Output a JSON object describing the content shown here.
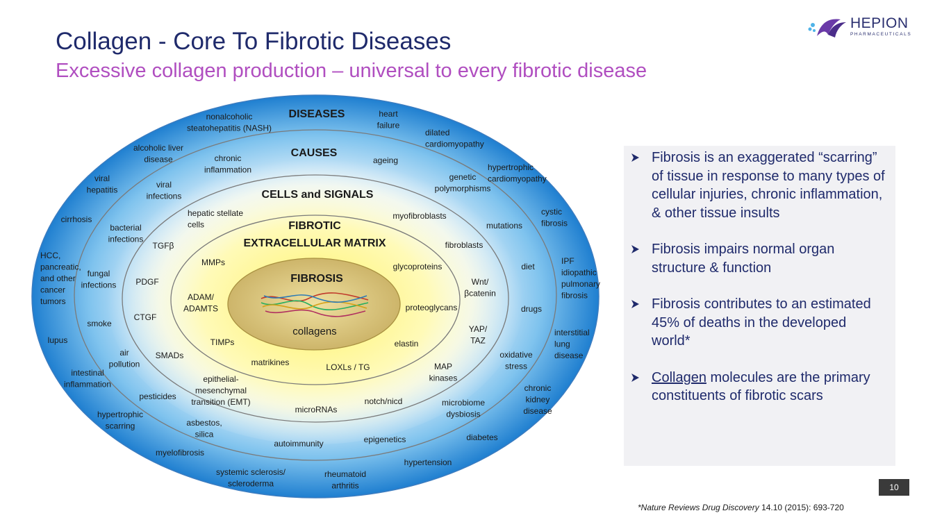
{
  "header": {
    "title": "Collagen - Core To Fibrotic Diseases",
    "subtitle": "Excessive collagen production – universal to every fibrotic disease"
  },
  "logo": {
    "name": "HEPION",
    "sub": "PHARMACEUTICALS",
    "icon": "hepion-logo-icon"
  },
  "diagram": {
    "ring_headings": {
      "diseases": "DISEASES",
      "causes": "CAUSES",
      "cells_signals": "CELLS and SIGNALS",
      "ecm_line1": "FIBROTIC",
      "ecm_line2": "EXTRACELLULAR MATRIX",
      "fibrosis": "FIBROSIS",
      "collagens": "collagens"
    },
    "diseases": [
      [
        "nonalcoholic",
        "steatohepatitis  (NASH)"
      ],
      [
        "heart",
        "failure"
      ],
      [
        "dilated",
        "cardiomyopathy"
      ],
      [
        "hypertrophic",
        "cardiomyopathy"
      ],
      [
        "cystic",
        "fibrosis"
      ],
      [
        "IPF",
        "idiopathic",
        "pulmonary",
        "fibrosis"
      ],
      [
        "interstitial",
        "lung",
        "disease"
      ],
      [
        "chronic",
        "kidney",
        "disease"
      ],
      [
        "diabetes"
      ],
      [
        "hypertension"
      ],
      [
        "rheumatoid",
        "arthritis"
      ],
      [
        "systemic sclerosis/",
        "scleroderma"
      ],
      [
        "myelofibrosis"
      ],
      [
        "hypertrophic",
        "scarring"
      ],
      [
        "intestinal",
        "inflammation"
      ],
      [
        "lupus"
      ],
      [
        "HCC,",
        "pancreatic,",
        "and other",
        "cancer",
        "tumors"
      ],
      [
        "cirrhosis"
      ],
      [
        "viral",
        "hepatitis"
      ],
      [
        "alcoholic liver",
        "disease"
      ]
    ],
    "causes": [
      [
        "chronic",
        "inflammation"
      ],
      [
        "ageing"
      ],
      [
        "genetic",
        "polymorphisms"
      ],
      [
        "mutations"
      ],
      [
        "diet"
      ],
      [
        "drugs"
      ],
      [
        "oxidative",
        "stress"
      ],
      [
        "microbiome",
        "dysbiosis"
      ],
      [
        "epigenetics"
      ],
      [
        "autoimmunity"
      ],
      [
        "asbestos,",
        "silica"
      ],
      [
        "pesticides"
      ],
      [
        "air",
        "pollution"
      ],
      [
        "smoke"
      ],
      [
        "fungal",
        "infections"
      ],
      [
        "bacterial",
        "infections"
      ],
      [
        "viral",
        "infections"
      ]
    ],
    "cells_signals": [
      [
        "hepatic  stellate",
        "cells"
      ],
      [
        "myofibroblasts"
      ],
      [
        "fibroblasts"
      ],
      [
        "Wnt/",
        "βcatenin"
      ],
      [
        "YAP/",
        "TAZ"
      ],
      [
        "MAP",
        "kinases"
      ],
      [
        "notch/nicd"
      ],
      [
        "microRNAs"
      ],
      [
        "epithelial-",
        "mesenchymal",
        "transition  (EMT)"
      ],
      [
        "SMADs"
      ],
      [
        "CTGF"
      ],
      [
        "PDGF"
      ],
      [
        "TGFβ"
      ]
    ],
    "ecm": [
      [
        "MMPs"
      ],
      [
        "glycoproteins"
      ],
      [
        "proteoglycans"
      ],
      [
        "elastin"
      ],
      [
        "LOXLs / TG"
      ],
      [
        "matrikines"
      ],
      [
        "TIMPs"
      ],
      [
        "ADAM/",
        "ADAMTS"
      ]
    ]
  },
  "bullets": [
    {
      "pre": "",
      "ul": "",
      "text": "Fibrosis is an exaggerated “scarring” of tissue in response to many types of cellular injuries, chronic inflammation, & other tissue insults"
    },
    {
      "pre": "",
      "ul": "",
      "text": "Fibrosis impairs normal organ structure & function"
    },
    {
      "pre": "",
      "ul": "",
      "text": "Fibrosis contributes to an estimated 45% of deaths in the developed world*"
    },
    {
      "pre": "",
      "ul": "Collagen",
      "text": " molecules are the primary constituents of fibrotic scars"
    }
  ],
  "footer": {
    "page_number": "10",
    "citation_italic": "*Nature Reviews Drug Discovery",
    "citation_rest": " 14.10 (2015): 693-720"
  },
  "colors": {
    "title": "#1f2a6b",
    "subtitle": "#b04ec0",
    "outer_ring": "#1f7fd0",
    "inner_glow": "#fff7a0",
    "fibrosis_core": "#d8c27a"
  }
}
